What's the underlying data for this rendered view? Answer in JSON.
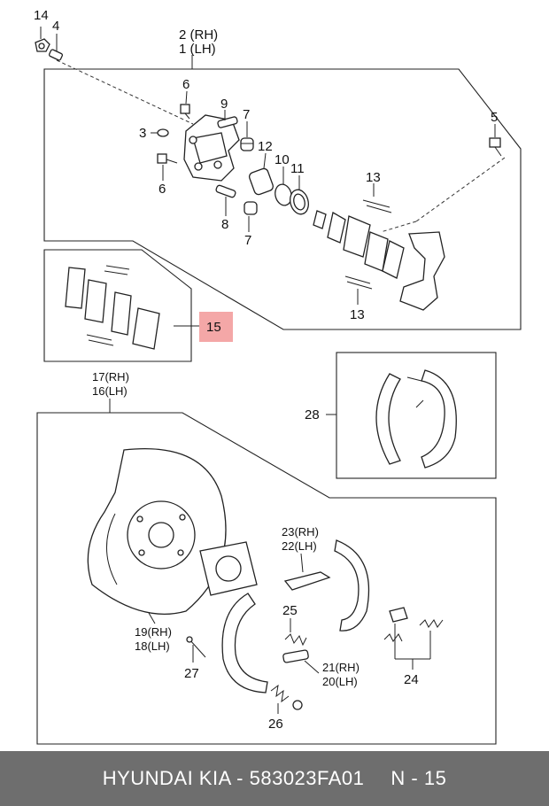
{
  "labels": {
    "c14": "14",
    "c4": "4",
    "c2": "2 (RH)",
    "c1": "1 (LH)",
    "c6a": "6",
    "c9": "9",
    "c7a": "7",
    "c3": "3",
    "c12": "12",
    "c10": "10",
    "c11": "11",
    "c5": "5",
    "c6b": "6",
    "c13a": "13",
    "c8": "8",
    "c7b": "7",
    "c13b": "13",
    "c15": "15",
    "c28": "28",
    "c17": "17(RH)",
    "c16": "16(LH)",
    "c23": "23(RH)",
    "c22": "22(LH)",
    "c25": "25",
    "c19": "19(RH)",
    "c18": "18(LH)",
    "c27": "27",
    "c21": "21(RH)",
    "c20": "20(LH)",
    "c24": "24",
    "c26": "26"
  },
  "colors": {
    "highlight": "#f4a7a7",
    "footer_bg": "#6e6e6e"
  },
  "footer": {
    "brand": "HYUNDAI  KIA - 583023FA01",
    "page": "N - 15"
  }
}
